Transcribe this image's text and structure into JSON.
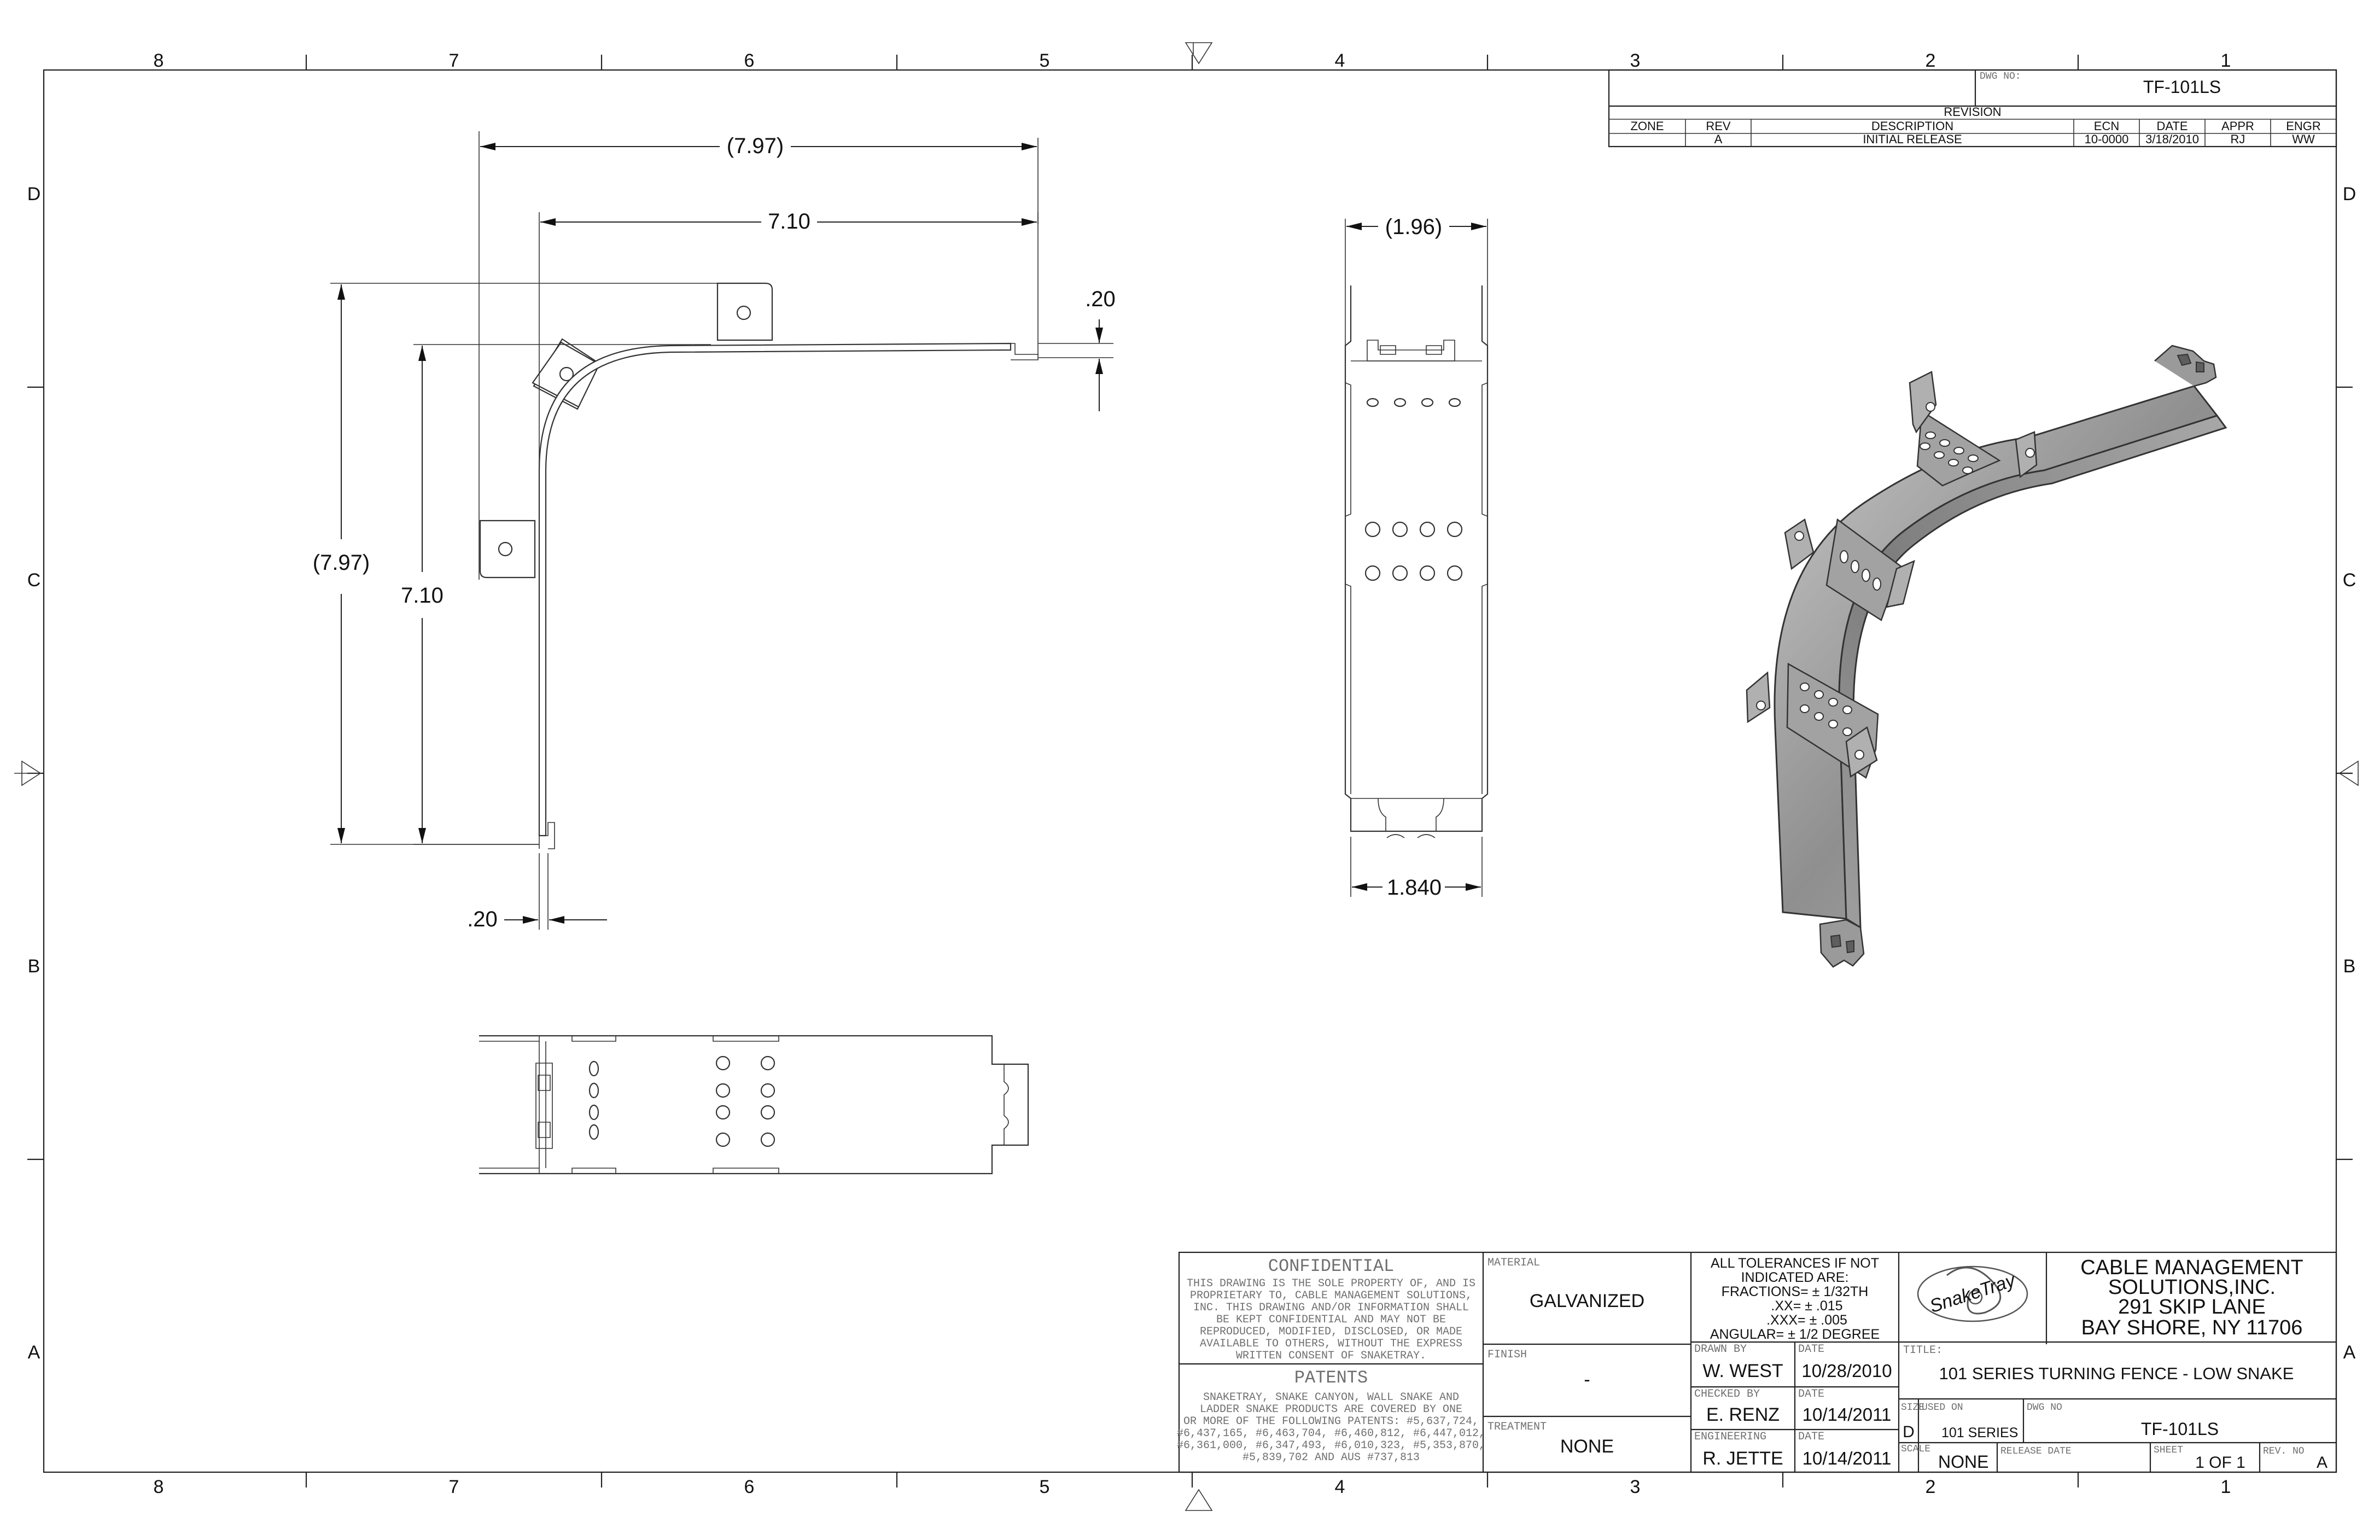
{
  "border": {
    "columns": [
      "8",
      "7",
      "6",
      "5",
      "4",
      "3",
      "2",
      "1"
    ],
    "rows": [
      "D",
      "C",
      "B",
      "A"
    ]
  },
  "revision_block": {
    "dwg_no_label": "DWG NO:",
    "dwg_no": "TF-101LS",
    "title": "REVISION",
    "headers": [
      "ZONE",
      "REV",
      "DESCRIPTION",
      "ECN",
      "DATE",
      "APPR",
      "ENGR"
    ],
    "rows": [
      [
        "",
        "A",
        "INITIAL RELEASE",
        "10-0000",
        "3/18/2010",
        "RJ",
        "WW"
      ]
    ]
  },
  "dimensions": {
    "top_overall": "(7.97)",
    "top_inner": "7.10",
    "flange_top": ".20",
    "left_overall": "(7.97)",
    "left_inner": "7.10",
    "flange_bottom": ".20",
    "side_top": "(1.96)",
    "side_bottom": "1.840"
  },
  "title_block": {
    "confidential_title": "CONFIDENTIAL",
    "confidential_lines": [
      "THIS DRAWING IS THE SOLE PROPERTY OF, AND IS",
      "PROPRIETARY TO, CABLE MANAGEMENT SOLUTIONS,",
      "INC. THIS DRAWING AND/OR INFORMATION SHALL",
      "BE KEPT CONFIDENTIAL AND MAY NOT BE",
      "REPRODUCED, MODIFIED, DISCLOSED, OR MADE",
      "AVAILABLE TO OTHERS, WITHOUT THE EXPRESS",
      "WRITTEN CONSENT OF SNAKETRAY."
    ],
    "patents_title": "PATENTS",
    "patents_lines": [
      "SNAKETRAY, SNAKE CANYON, WALL SNAKE AND",
      "LADDER SNAKE PRODUCTS ARE COVERED BY ONE",
      "OR MORE OF THE FOLLOWING PATENTS: #5,637,724,",
      "#6,437,165, #6,463,704, #6,460,812, #6,447,012,",
      "#6,361,000, #6,347,493, #6,010,323, #5,353,870,",
      "#5,839,702 AND AUS #737,813"
    ],
    "material_label": "MATERIAL",
    "material": "GALVANIZED",
    "finish_label": "FINISH",
    "finish": "-",
    "treatment_label": "TREATMENT",
    "treatment": "NONE",
    "tolerance_lines": [
      "ALL TOLERANCES IF NOT",
      "INDICATED ARE:",
      "FRACTIONS= ± 1/32TH",
      ".XX= ± .015",
      ".XXX= ± .005",
      "ANGULAR= ± 1/2 DEGREE"
    ],
    "drawn_by_label": "DRAWN BY",
    "drawn_by": "W. WEST",
    "drawn_date": "10/28/2010",
    "checked_by_label": "CHECKED BY",
    "checked_by": "E. RENZ",
    "checked_date": "10/14/2011",
    "engineering_label": "ENGINEERING",
    "engineering": "R. JETTE",
    "engineering_date": "10/14/2011",
    "date_label": "DATE",
    "logo_text": "SnakeTray",
    "company_lines": [
      "CABLE MANAGEMENT",
      "SOLUTIONS,INC.",
      "291 SKIP LANE",
      "BAY SHORE, NY 11706"
    ],
    "title_label": "TITLE:",
    "title": "101 SERIES TURNING FENCE - LOW SNAKE",
    "size_label": "SIZE",
    "size": "D",
    "used_on_label": "USED ON",
    "used_on": "101 SERIES",
    "dwg_no_label": "DWG NO",
    "dwg_no": "TF-101LS",
    "scale_label": "SCALE",
    "scale": "NONE",
    "release_date_label": "RELEASE DATE",
    "sheet_label": "SHEET",
    "sheet": "1 OF 1",
    "rev_no_label": "REV. NO",
    "rev": "A"
  }
}
